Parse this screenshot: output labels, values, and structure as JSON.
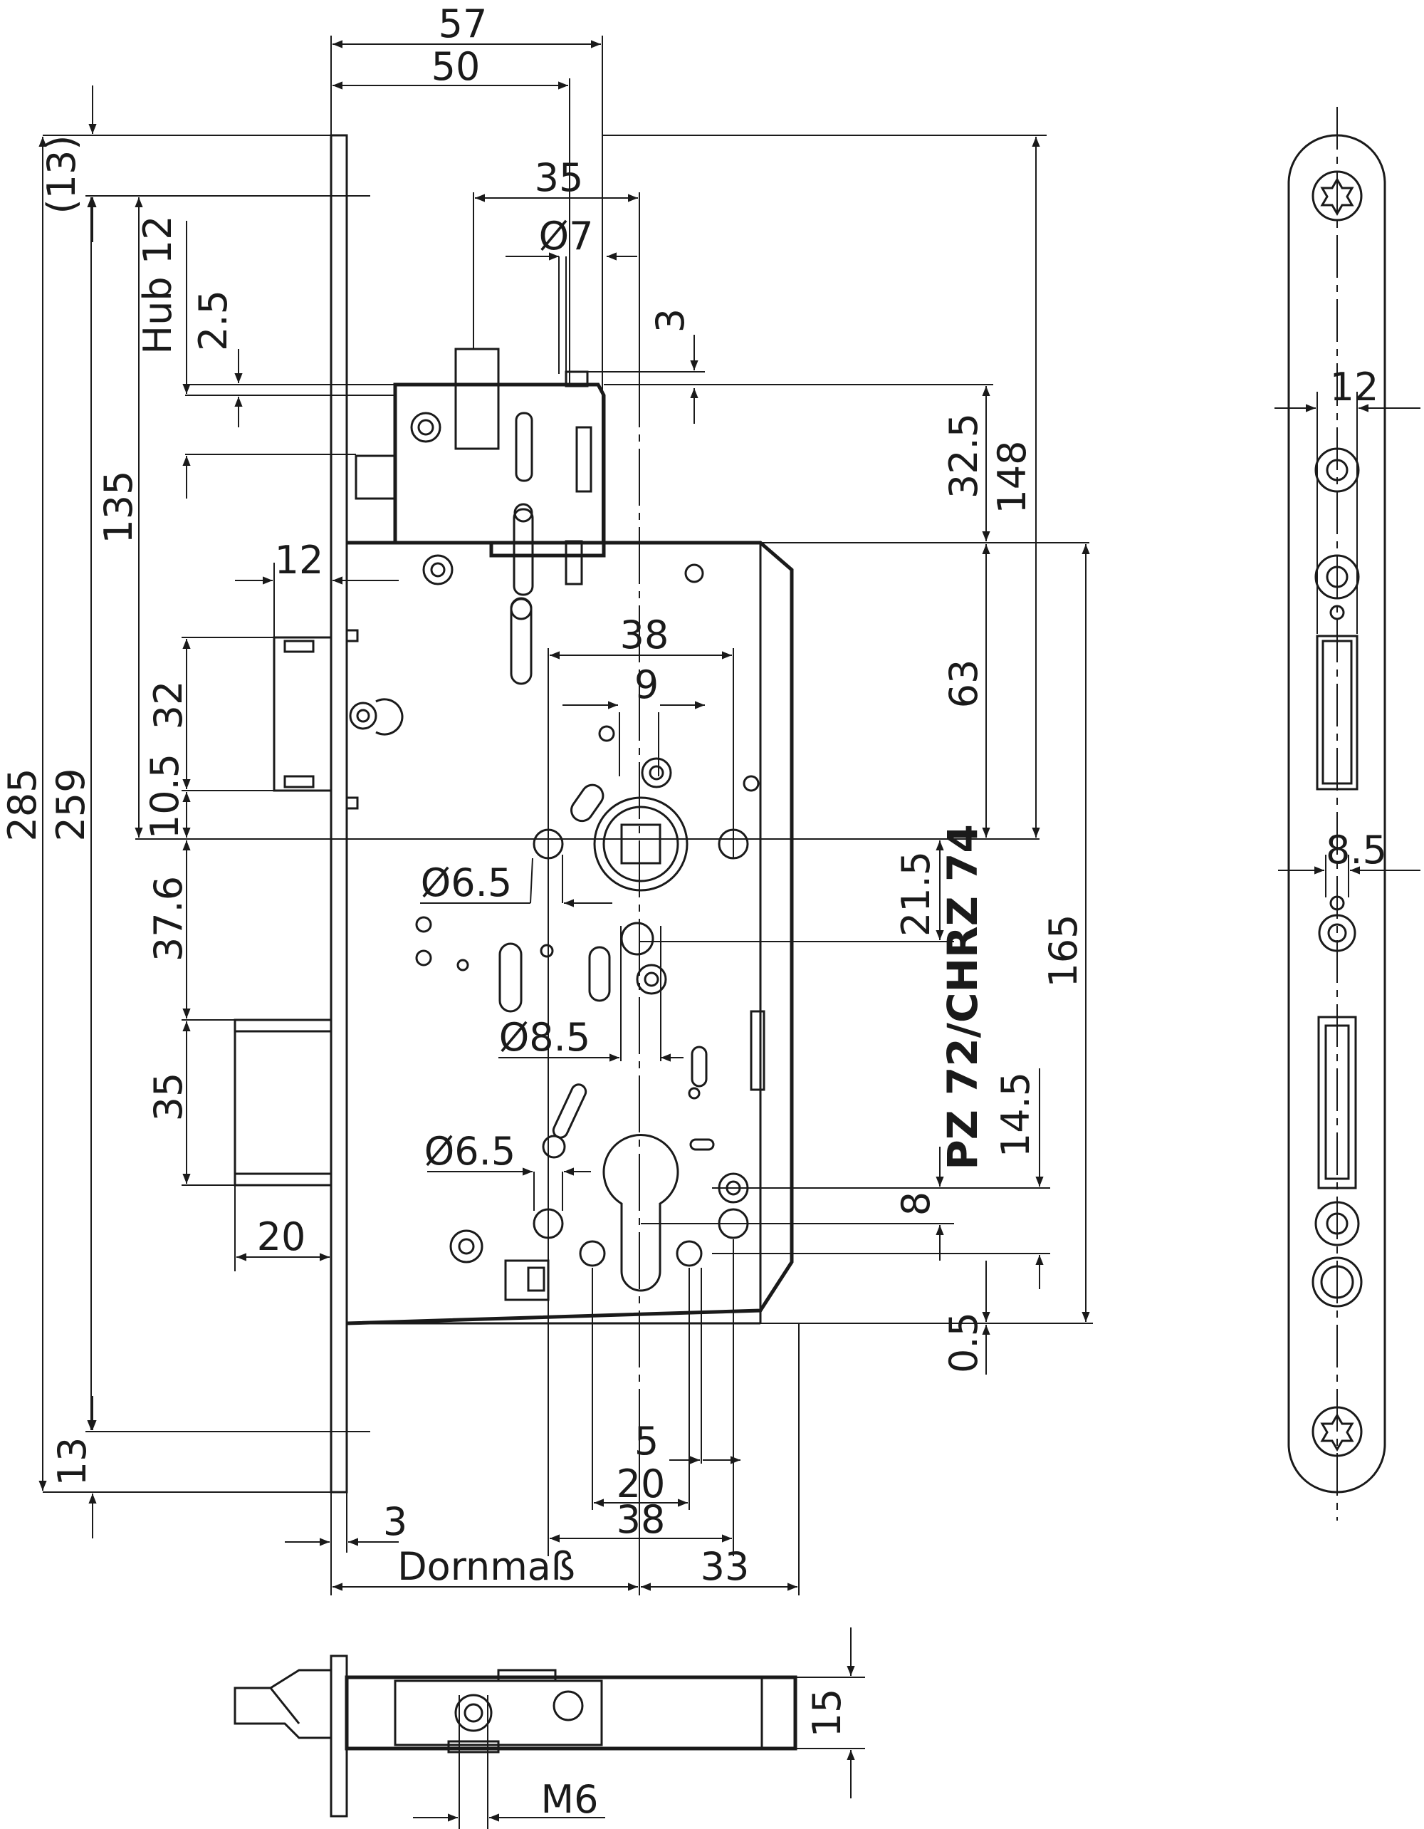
{
  "dimensions": {
    "top_57": "57",
    "top_50": "50",
    "d_35": "35",
    "dia_7": "Ø7",
    "d_3_top": "3",
    "paren_13": "(13)",
    "hub": "Hub 12",
    "d_2_5": "2.5",
    "d_135": "135",
    "d_12_latch": "12",
    "d_32": "32",
    "d_10_5": "10.5",
    "d_285": "285",
    "d_259": "259",
    "d_37_6": "37.6",
    "d_35_bolt": "35",
    "d_20_bolt": "20",
    "d_13_bottom": "13",
    "d_38_top": "38",
    "d_9": "9",
    "dia_6_5_a": "Ø6.5",
    "dia_8_5": "Ø8.5",
    "dia_6_5_b": "Ø6.5",
    "d_32_5": "32.5",
    "d_148": "148",
    "d_63": "63",
    "d_21_5": "21.5",
    "pz": "PZ 72/CHRZ 74",
    "d_165": "165",
    "d_14_5": "14.5",
    "d_8": "8",
    "d_0_5": "0.5",
    "d_5": "5",
    "d_20_cyl": "20",
    "d_38_bottom": "38",
    "d_3_face": "3",
    "dornmass": "Dornmaß",
    "d_33": "33",
    "d_15": "15",
    "m6": "M6",
    "faceplate_12": "12",
    "faceplate_8_5": "8.5"
  }
}
